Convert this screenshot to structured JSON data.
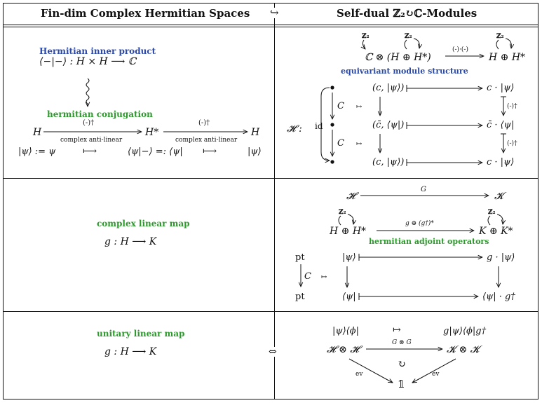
{
  "header": {
    "left_title": "Fin-dim Complex Hermitian Spaces",
    "hook_arrow": "↪",
    "right_title": "Self-dual ℤ₂↻ℂ-Modules"
  },
  "row1_left": {
    "inner_product_label": "Hermitian inner product",
    "inner_product_formula": "⟨−|−⟩ : H × H ⟶ ℂ",
    "conjugation_label": "hermitian conjugation",
    "H": "H",
    "Hstar": "H*",
    "H2": "H",
    "dagger1": "(-)†",
    "dagger2": "(-)†",
    "anti1": "complex anti-linear",
    "anti2": "complex anti-linear",
    "ket_def": "|ψ⟩ := ψ",
    "mapsto1": "⟼",
    "bra_def": "⟨ψ|−⟩ =: ⟨ψ|",
    "mapsto2": "⟼",
    "ket_end": "|ψ⟩"
  },
  "row1_right": {
    "z2_a": "ℤ₂",
    "z2_b": "ℤ₂",
    "z2_c": "ℤ₂",
    "tensor_expr": "ℂ ⊗ (H ⊕ H*)",
    "action_label": "(-)·(-)",
    "target_expr": "H ⊕ H*",
    "module_label": "equivariant module structure",
    "calH": "𝓗 :",
    "id_label": "id",
    "C1": "C",
    "C2": "C",
    "mapsto_a": "↦",
    "mapsto_b": "↦",
    "row_a_left": "(c, |ψ⟩)",
    "row_a_right": "c · |ψ⟩",
    "row_b_left": "(c̄, ⟨ψ|)",
    "row_b_right": "c̄ · ⟨ψ|",
    "row_c_left": "(c, |ψ⟩)",
    "row_c_right": "c · |ψ⟩",
    "dag_a": "(-)†",
    "dag_b": "(-)†"
  },
  "row2_left": {
    "label": "complex linear map",
    "formula": "g : H ⟶ K"
  },
  "row2_right": {
    "calH": "𝓗",
    "G": "G",
    "calK": "𝓚",
    "z2_a": "ℤ₂",
    "z2_b": "ℤ₂",
    "HsumHstar": "H ⊕ H*",
    "map_label": "g ⊕ (g†)*",
    "KsumKstar": "K ⊕ K*",
    "adjoint_label": "hermitian adjoint operators",
    "pt1": "pt",
    "pt2": "pt",
    "C": "C",
    "mapsto": "↦",
    "ket": "|ψ⟩",
    "g_ket": "g · |ψ⟩",
    "bra": "⟨ψ|",
    "bra_g": "⟨ψ| · g†"
  },
  "row3_left": {
    "label": "unitary linear map",
    "formula": "g : H ⟶ K"
  },
  "row3_mid": {
    "iff": "⇔"
  },
  "row3_right": {
    "ketbra": "|ψ⟩⟨ϕ|",
    "mapsto": "↦",
    "gketbra": "g|ψ⟩⟨ϕ|g†",
    "HH": "𝓗 ⊗ 𝓗",
    "GG": "G ⊗ G",
    "KK": "𝓚 ⊗ 𝓚",
    "ev1": "ev",
    "ev2": "ev",
    "circ": "↻",
    "unit": "𝟙"
  }
}
